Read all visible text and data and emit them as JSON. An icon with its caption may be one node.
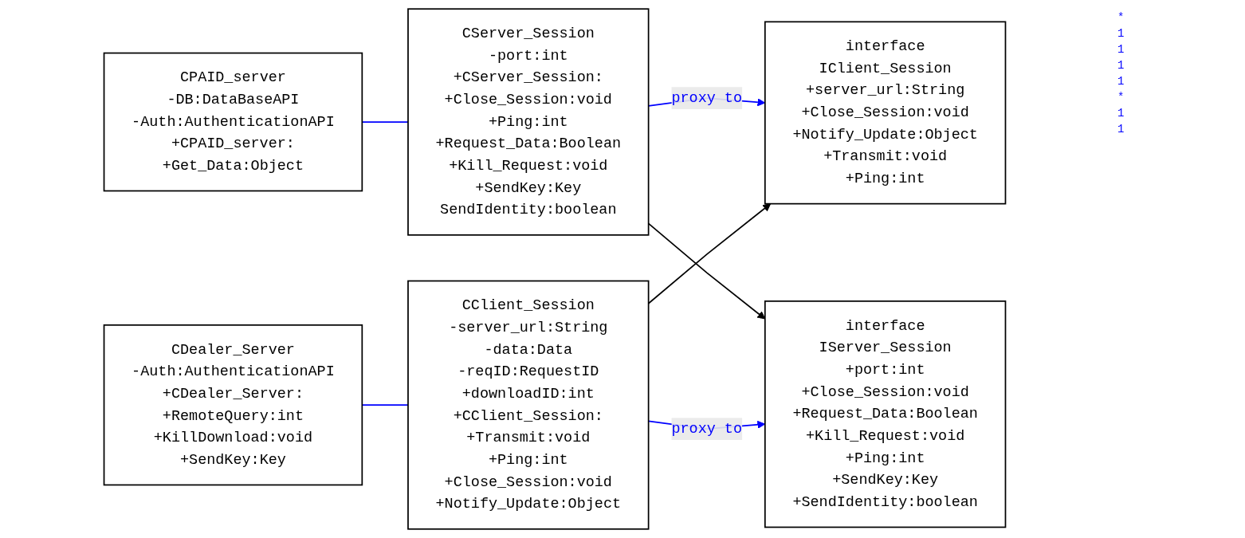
{
  "diagram": {
    "nodes": [
      {
        "text": [
          "CServer_Session",
          "-port:int",
          "+CServer_Session:",
          "+Close_Session:void",
          "+Ping:int",
          "+Request_Data:Boolean",
          "+Kill_Request:void",
          "+SendKey:Key",
          "SendIdentity:boolean"
        ]
      },
      {
        "text": [
          "interface",
          "IClient_Session",
          "+server_url:String",
          "+Close_Session:void",
          "+Notify_Update:Object",
          "+Transmit:void",
          "+Ping:int"
        ]
      },
      {
        "text": [
          "CPAID_server",
          "-DB:DataBaseAPI",
          "-Auth:AuthenticationAPI",
          "+CPAID_server:",
          "+Get_Data:Object"
        ]
      },
      {
        "text": [
          "CDealer_Server",
          "-Auth:AuthenticationAPI",
          "+CDealer_Server:",
          "+RemoteQuery:int",
          "+KillDownload:void",
          "+SendKey:Key"
        ]
      },
      {
        "text": [
          "interface",
          "IServer_Session",
          "+port:int",
          "+Close_Session:void",
          "+Request_Data:Boolean",
          "+Kill_Request:void",
          "+Ping:int",
          "+SendKey:Key",
          "+SendIdentity:boolean"
        ]
      },
      {
        "text": [
          "CClient_Session",
          "-server_url:String",
          "-data:Data",
          "-reqID:RequestID",
          "+downloadID:int",
          "+CClient_Session:",
          "+Transmit:void",
          "+Ping:int",
          "+Close_Session:void",
          "+Notify_Update:Object"
        ]
      }
    ],
    "edges": [
      {
        "from": 2,
        "to": 0,
        "arrow": "none"
      },
      {
        "from": 0,
        "to": 1,
        "arrow": "to",
        "label": "proxy to"
      },
      {
        "from": 0,
        "to": 4,
        "arrow": "to",
        "color": "#000000"
      },
      {
        "from": 5,
        "to": 1,
        "arrow": "to",
        "color": "#000000"
      },
      {
        "from": 5,
        "to": 4,
        "arrow": "to",
        "label": "proxy to"
      },
      {
        "from": 3,
        "to": 5,
        "arrow": "none"
      }
    ],
    "labels": [
      "*",
      "1",
      "1",
      "1",
      "1",
      "*",
      "1",
      "1"
    ]
  }
}
